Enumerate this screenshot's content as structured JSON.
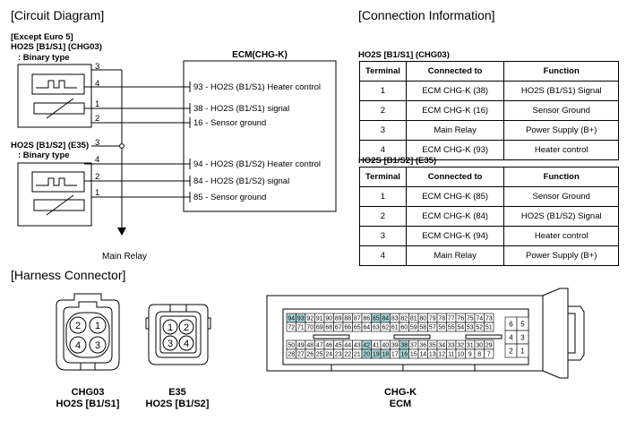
{
  "circuit": {
    "title": "[Circuit Diagram]",
    "note": "[Except Euro 5]",
    "sensor1": {
      "name": "HO2S [B1/S1] (CHG03)",
      "type": ": Binary type",
      "pins": [
        "3",
        "4",
        "1",
        "2"
      ]
    },
    "sensor2": {
      "name": "HO2S [B1/S2] (E35)",
      "type": ": Binary type",
      "pins": [
        "3",
        "4",
        "2",
        "1"
      ]
    },
    "ecm": {
      "title": "ECM(CHG-K)",
      "pins1": [
        "93 - HO2S (B1/S1) Heater control",
        "38 - HO2S (B1/S1) signal",
        "16 - Sensor ground"
      ],
      "pins2": [
        "94 - HO2S (B1/S2) Heater control",
        "84 - HO2S (B1/S2) signal",
        "85 - Sensor ground"
      ]
    },
    "relay_label": "Main Relay"
  },
  "connection": {
    "title": "[Connection Information]",
    "headers": [
      "Terminal",
      "Connected to",
      "Function"
    ],
    "table1": {
      "caption": "HO2S [B1/S1] (CHG03)",
      "rows": [
        [
          "1",
          "ECM CHG-K (38)",
          "HO2S (B1/S1) Signal"
        ],
        [
          "2",
          "ECM CHG-K (16)",
          "Sensor Ground"
        ],
        [
          "3",
          "Main Relay",
          "Power Supply (B+)"
        ],
        [
          "4",
          "ECM CHG-K (93)",
          "Heater control"
        ]
      ]
    },
    "table2": {
      "caption": "HO2S [B1/S2] (E35)",
      "rows": [
        [
          "1",
          "ECM CHG-K (85)",
          "Sensor Ground"
        ],
        [
          "2",
          "ECM CHG-K (84)",
          "HO2S (B1/S2) Signal"
        ],
        [
          "3",
          "ECM CHG-K (94)",
          "Heater control"
        ],
        [
          "4",
          "Main Relay",
          "Power Supply (B+)"
        ]
      ]
    }
  },
  "harness": {
    "title": "[Harness Connector]",
    "chg03": {
      "pins": [
        "2",
        "1",
        "4",
        "3"
      ],
      "caption1": "CHG03",
      "caption2": "HO2S [B1/S1]"
    },
    "e35": {
      "pins": [
        "1",
        "2",
        "3",
        "4"
      ],
      "caption1": "E35",
      "caption2": "HO2S [B1/S2]"
    },
    "ecm": {
      "caption1": "CHG-K",
      "caption2": "ECM",
      "row1": [
        "94",
        "93",
        "92",
        "91",
        "90",
        "89",
        "88",
        "87",
        "86",
        "85",
        "84",
        "83",
        "82",
        "81",
        "80",
        "79",
        "78",
        "77",
        "76",
        "75",
        "74",
        "73"
      ],
      "row2": [
        "72",
        "71",
        "70",
        "69",
        "68",
        "67",
        "66",
        "65",
        "64",
        "63",
        "62",
        "61",
        "60",
        "59",
        "58",
        "57",
        "56",
        "55",
        "54",
        "53",
        "52",
        "51"
      ],
      "row3": [
        "50",
        "49",
        "48",
        "47",
        "46",
        "45",
        "44",
        "43",
        "42",
        "41",
        "40",
        "39",
        "38",
        "37",
        "36",
        "35",
        "34",
        "33",
        "32",
        "31",
        "30",
        "29"
      ],
      "row4": [
        "28",
        "27",
        "26",
        "25",
        "24",
        "23",
        "22",
        "21",
        "20",
        "19",
        "18",
        "17",
        "16",
        "15",
        "14",
        "13",
        "12",
        "11",
        "10",
        "9",
        "8",
        "7"
      ],
      "side": [
        [
          "6",
          "5"
        ],
        [
          "4",
          "3"
        ],
        [
          "2",
          "1"
        ]
      ],
      "highlighted": [
        "94",
        "93",
        "85",
        "84",
        "42",
        "38",
        "20",
        "19",
        "18",
        "16"
      ],
      "highlight_color": "#a9d4d6"
    }
  },
  "colors": {
    "line": "#000000",
    "highlight": "#a9d4d6"
  }
}
